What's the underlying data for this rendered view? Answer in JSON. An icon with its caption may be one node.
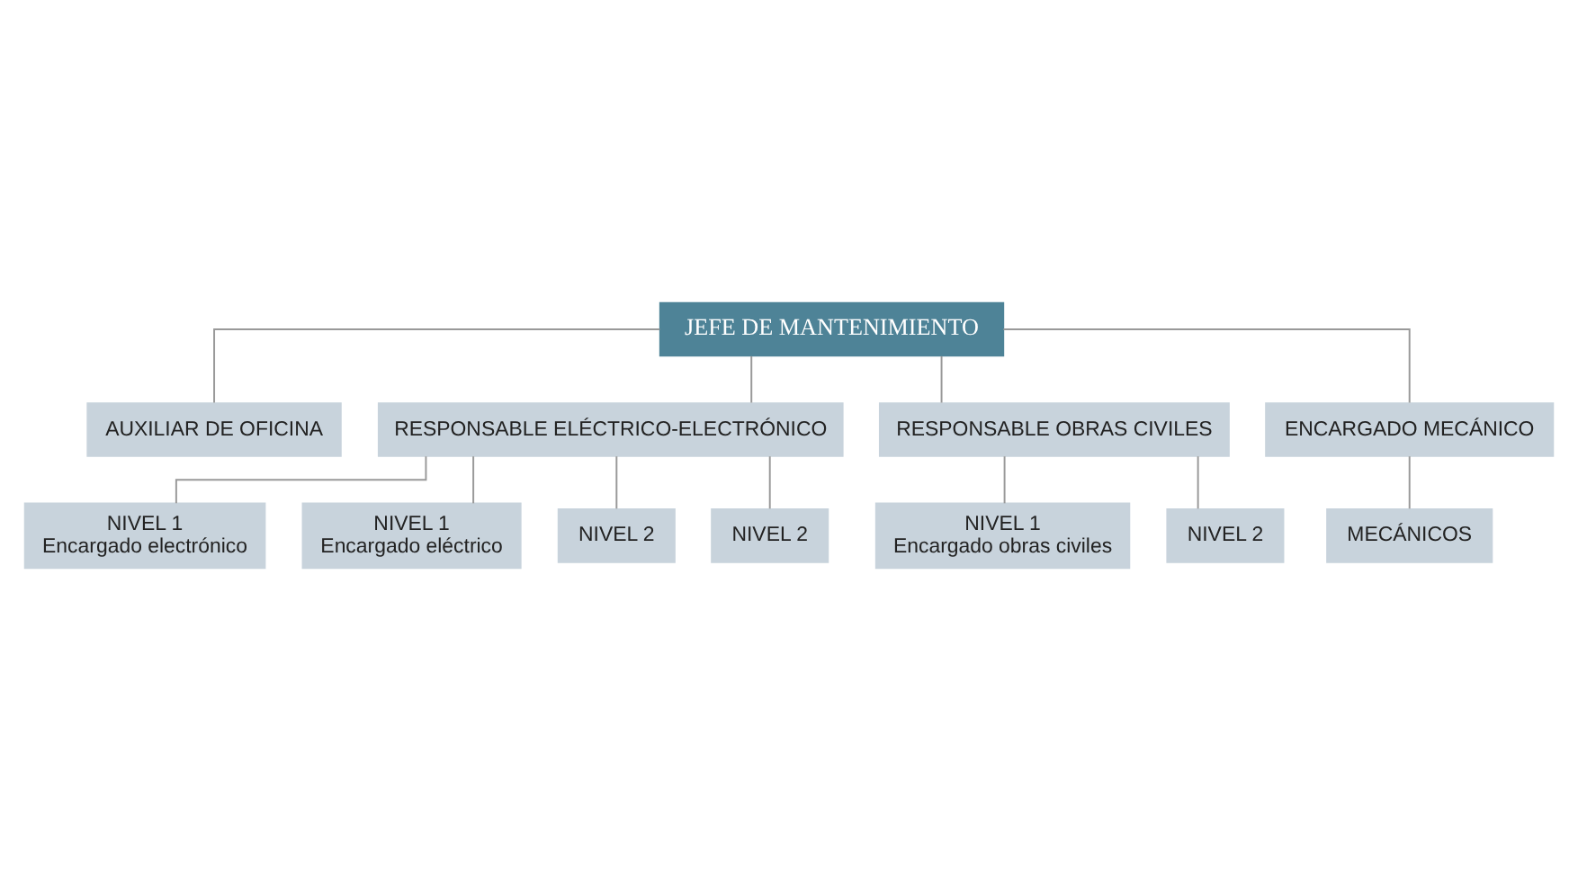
{
  "diagram": {
    "nodes": [
      {
        "text": [
          "JEFE DE MANTENIMIENTO"
        ]
      },
      {
        "text": [
          "AUXILIAR DE OFICINA"
        ]
      },
      {
        "text": [
          "RESPONSABLE ELÉCTRICO-ELECTRÓNICO"
        ]
      },
      {
        "text": [
          "RESPONSABLE OBRAS CIVILES"
        ]
      },
      {
        "text": [
          "ENCARGADO MECÁNICO"
        ]
      },
      {
        "text": [
          "NIVEL 1",
          "Encargado electrónico"
        ]
      },
      {
        "text": [
          "NIVEL 1",
          "Encargado eléctrico"
        ]
      },
      {
        "text": [
          "NIVEL 2"
        ]
      },
      {
        "text": [
          "NIVEL 2"
        ]
      },
      {
        "text": [
          "NIVEL 1",
          "Encargado obras civiles"
        ]
      },
      {
        "text": [
          "NIVEL 2"
        ]
      },
      {
        "text": [
          "MECÁNICOS"
        ]
      }
    ],
    "edges": [
      {
        "from": 0,
        "to": 1,
        "arrow": "none"
      },
      {
        "from": 0,
        "to": 2,
        "arrow": "none"
      },
      {
        "from": 0,
        "to": 3,
        "arrow": "none"
      },
      {
        "from": 0,
        "to": 4,
        "arrow": "none"
      },
      {
        "from": 2,
        "to": 5,
        "arrow": "none"
      },
      {
        "from": 2,
        "to": 6,
        "arrow": "none"
      },
      {
        "from": 2,
        "to": 7,
        "arrow": "none"
      },
      {
        "from": 2,
        "to": 8,
        "arrow": "none"
      },
      {
        "from": 3,
        "to": 9,
        "arrow": "none"
      },
      {
        "from": 3,
        "to": 10,
        "arrow": "none"
      },
      {
        "from": 4,
        "to": 11,
        "arrow": "none"
      }
    ]
  }
}
